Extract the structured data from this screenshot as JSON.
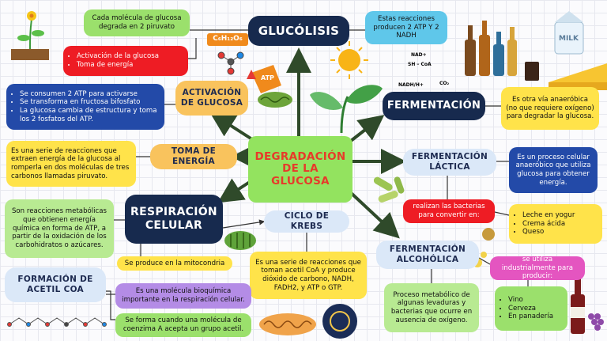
{
  "central": "DEGRADACIÓN DE LA GLUCOSA",
  "glucolisis": {
    "title": "GLUCÓLISIS",
    "desc": "Cada molécula de glucosa degrada en 2 piruvato",
    "list": [
      "Activación de la glucosa",
      "Toma de energía"
    ],
    "result": "Estas reacciones producen 2 ATP Y 2 NADH",
    "formula": "C₆H₁₂O₆"
  },
  "activacion": {
    "title": "ACTIVACIÓN DE GLUCOSA",
    "list": [
      "Se consumen 2 ATP para activarse",
      "Se transforma en fructosa bifosfato",
      "La glucosa cambia de estructura  y toma los 2 fosfatos del ATP."
    ]
  },
  "toma": {
    "title": "TOMA DE ENERGÍA",
    "desc": "Es una serie de reacciones que extraen energía de la glucosa al romperla en dos moléculas de tres carbonos llamadas piruvato."
  },
  "respiracion": {
    "title": "RESPIRACIÓN CELULAR",
    "desc": "Son reacciones metabólicas que obtienen energía química en forma de ATP, a partir de la oxidación de los carbohidratos o azúcares.",
    "mito": "Se produce en la mitocondria"
  },
  "krebs": {
    "title": "CICLO DE KREBS",
    "desc": "Es una serie de reacciones que toman acetil CoA y produce dióxido de carbono, NADH, FADH2, y ATP o GTP."
  },
  "acetil": {
    "title": "FORMACIÓN DE ACETIL COA",
    "desc1": "Es una molécula bioquímica importante en la respiración celular.",
    "desc2": "Se forma cuando una molécula de coenzima A acepta un grupo acetil."
  },
  "fermentacion": {
    "title": "FERMENTACIÓN",
    "desc": "Es otra vía anaeróbica (no que requiere oxígeno) para degradar la glucosa.",
    "chem": [
      "NAD+",
      "SH – CoA",
      "NADH/H+",
      "CO₂"
    ]
  },
  "lactica": {
    "title": "FERMENTACIÓN LÁCTICA",
    "desc": "Es un proceso celular anaeróbico que utiliza glucosa para obtener energía.",
    "bacterias": "realizan las bacterias para convertir en:",
    "list": [
      "Leche en yogur",
      "Crema ácida",
      "Queso"
    ],
    "milk": "MILK"
  },
  "alcoholica": {
    "title": "FERMENTACIÓN ALCOHÓLICA",
    "desc": "Proceso metabólico de algunas levaduras y bacterias que ocurre en ausencia de oxígeno.",
    "uso": "se utiliza industrialmente para producir:",
    "list": [
      "Vino",
      "Cerveza",
      "En panadería"
    ]
  },
  "atp_label": "ATP"
}
